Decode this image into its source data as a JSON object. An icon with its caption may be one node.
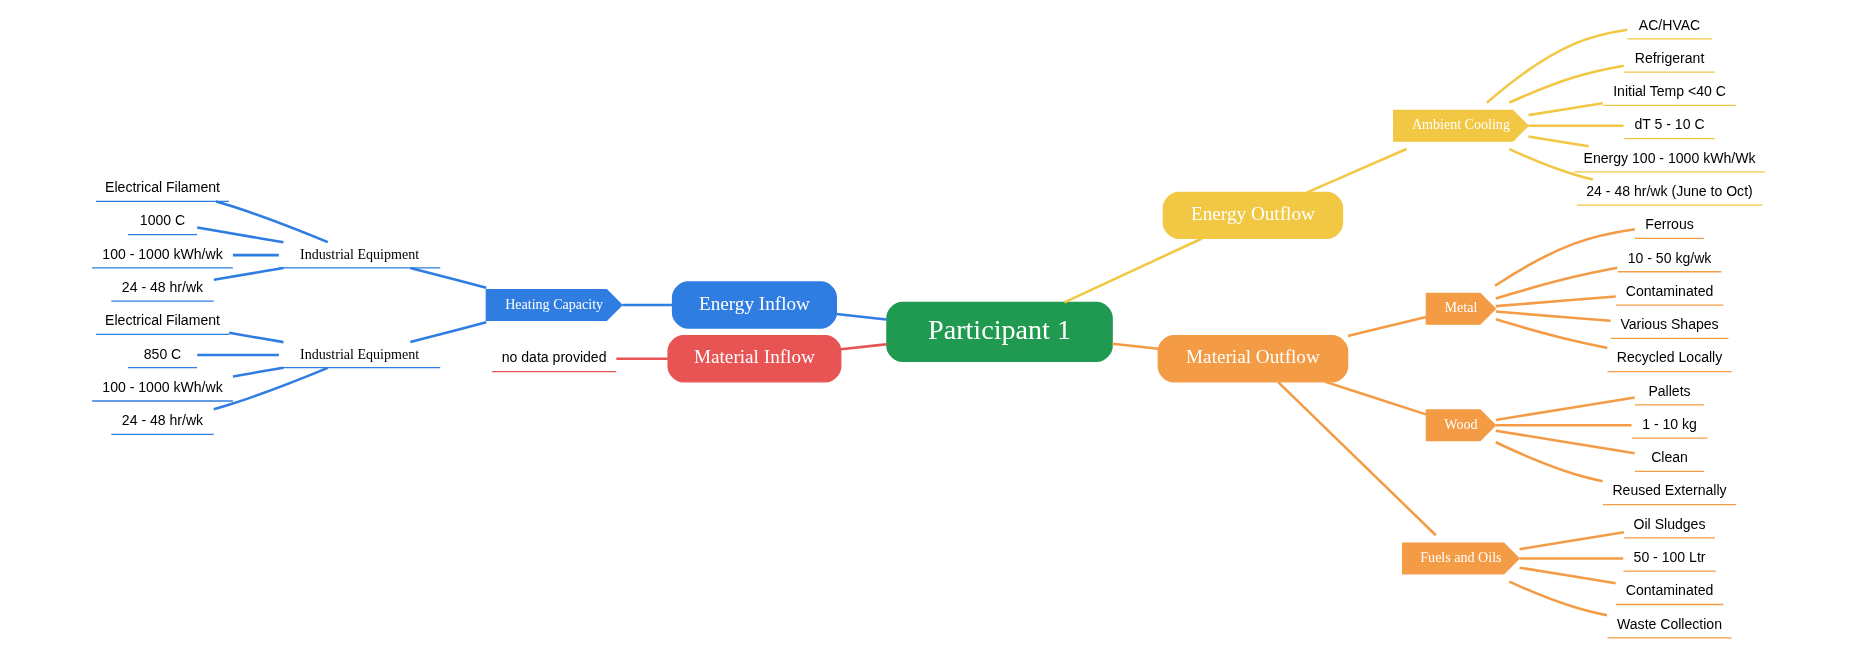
{
  "diagram": {
    "nodes": [
      {
        "text": [
          "Participant 1"
        ]
      },
      {
        "text": [
          "Energy Inflow"
        ]
      },
      {
        "text": [
          "Heating Capacity"
        ]
      },
      {
        "text": [
          "Industrial Equipment"
        ]
      },
      {
        "text": [
          "Electrical Filament"
        ]
      },
      {
        "text": [
          "1000 C"
        ]
      },
      {
        "text": [
          "100 - 1000 kWh/wk"
        ]
      },
      {
        "text": [
          "24 - 48 hr/wk"
        ]
      },
      {
        "text": [
          "Industrial Equipment"
        ]
      },
      {
        "text": [
          "Electrical Filament"
        ]
      },
      {
        "text": [
          "850 C"
        ]
      },
      {
        "text": [
          "100 - 1000 kWh/wk"
        ]
      },
      {
        "text": [
          "24 - 48 hr/wk"
        ]
      },
      {
        "text": [
          "Material Inflow"
        ]
      },
      {
        "text": [
          "no data provided"
        ]
      },
      {
        "text": [
          "Energy Outflow"
        ]
      },
      {
        "text": [
          "Ambient Cooling"
        ]
      },
      {
        "text": [
          "AC/HVAC"
        ]
      },
      {
        "text": [
          "Refrigerant"
        ]
      },
      {
        "text": [
          "Initial Temp <40 C"
        ]
      },
      {
        "text": [
          "dT 5 - 10 C"
        ]
      },
      {
        "text": [
          "Energy 100 - 1000 kWh/Wk"
        ]
      },
      {
        "text": [
          "24 - 48 hr/wk (June to Oct)"
        ]
      },
      {
        "text": [
          "Material Outflow"
        ]
      },
      {
        "text": [
          "Metal"
        ]
      },
      {
        "text": [
          "Ferrous"
        ]
      },
      {
        "text": [
          "10 - 50 kg/wk"
        ]
      },
      {
        "text": [
          "Contaminated"
        ]
      },
      {
        "text": [
          "Various Shapes"
        ]
      },
      {
        "text": [
          "Recycled Locally"
        ]
      },
      {
        "text": [
          "Wood"
        ]
      },
      {
        "text": [
          "Pallets"
        ]
      },
      {
        "text": [
          "1 - 10 kg"
        ]
      },
      {
        "text": [
          "Clean"
        ]
      },
      {
        "text": [
          "Reused Externally"
        ]
      },
      {
        "text": [
          "Fuels and Oils"
        ]
      },
      {
        "text": [
          "Oil Sludges"
        ]
      },
      {
        "text": [
          "50 - 100 Ltr"
        ]
      },
      {
        "text": [
          "Contaminated"
        ]
      },
      {
        "text": [
          "Waste Collection"
        ]
      }
    ],
    "edges": [
      {
        "from": 0,
        "to": 1,
        "arrow": "none",
        "color": "#2f7de1"
      },
      {
        "from": 1,
        "to": 2,
        "arrow": "none",
        "color": "#2f7de1"
      },
      {
        "from": 2,
        "to": 3,
        "arrow": "none",
        "color": "#2f7de1"
      },
      {
        "from": 3,
        "to": 4,
        "arrow": "none",
        "color": "#2f7de1"
      },
      {
        "from": 3,
        "to": 5,
        "arrow": "none",
        "color": "#2f7de1"
      },
      {
        "from": 3,
        "to": 6,
        "arrow": "none",
        "color": "#2f7de1"
      },
      {
        "from": 3,
        "to": 7,
        "arrow": "none",
        "color": "#2f7de1"
      },
      {
        "from": 2,
        "to": 8,
        "arrow": "none",
        "color": "#2f7de1"
      },
      {
        "from": 8,
        "to": 9,
        "arrow": "none",
        "color": "#2f7de1"
      },
      {
        "from": 8,
        "to": 10,
        "arrow": "none",
        "color": "#2f7de1"
      },
      {
        "from": 8,
        "to": 11,
        "arrow": "none",
        "color": "#2f7de1"
      },
      {
        "from": 8,
        "to": 12,
        "arrow": "none",
        "color": "#2f7de1"
      },
      {
        "from": 0,
        "to": 13,
        "arrow": "none",
        "color": "#e85454"
      },
      {
        "from": 13,
        "to": 14,
        "arrow": "none",
        "color": "#e85454"
      },
      {
        "from": 0,
        "to": 15,
        "arrow": "none",
        "color": "#f2c744"
      },
      {
        "from": 15,
        "to": 16,
        "arrow": "none",
        "color": "#f2c744"
      },
      {
        "from": 16,
        "to": 17,
        "arrow": "none",
        "color": "#f2c744"
      },
      {
        "from": 16,
        "to": 18,
        "arrow": "none",
        "color": "#f2c744"
      },
      {
        "from": 16,
        "to": 19,
        "arrow": "none",
        "color": "#f2c744"
      },
      {
        "from": 16,
        "to": 20,
        "arrow": "none",
        "color": "#f2c744"
      },
      {
        "from": 16,
        "to": 21,
        "arrow": "none",
        "color": "#f2c744"
      },
      {
        "from": 16,
        "to": 22,
        "arrow": "none",
        "color": "#f2c744"
      },
      {
        "from": 0,
        "to": 23,
        "arrow": "none"
      },
      {
        "from": 23,
        "to": 24,
        "arrow": "none"
      },
      {
        "from": 24,
        "to": 25,
        "arrow": "none"
      },
      {
        "from": 24,
        "to": 26,
        "arrow": "none"
      },
      {
        "from": 24,
        "to": 27,
        "arrow": "none"
      },
      {
        "from": 24,
        "to": 28,
        "arrow": "none"
      },
      {
        "from": 24,
        "to": 29,
        "arrow": "none"
      },
      {
        "from": 23,
        "to": 30,
        "arrow": "none"
      },
      {
        "from": 30,
        "to": 31,
        "arrow": "none"
      },
      {
        "from": 30,
        "to": 32,
        "arrow": "none"
      },
      {
        "from": 30,
        "to": 33,
        "arrow": "none"
      },
      {
        "from": 30,
        "to": 34,
        "arrow": "none"
      },
      {
        "from": 23,
        "to": 35,
        "arrow": "none"
      },
      {
        "from": 35,
        "to": 36,
        "arrow": "none"
      },
      {
        "from": 35,
        "to": 37,
        "arrow": "none"
      },
      {
        "from": 35,
        "to": 38,
        "arrow": "none"
      },
      {
        "from": 35,
        "to": 39,
        "arrow": "none"
      }
    ]
  }
}
